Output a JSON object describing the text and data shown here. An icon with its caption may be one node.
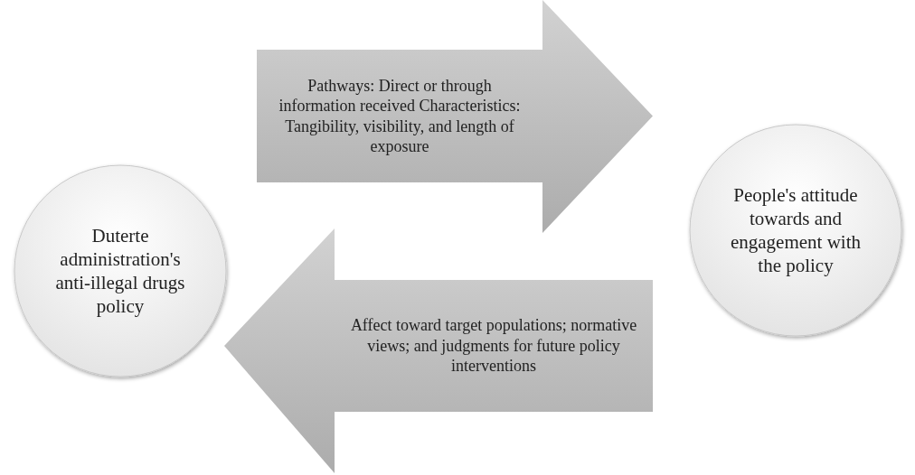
{
  "diagram": {
    "nodes": [
      {
        "text": [
          "Duterte administration's anti-illegal drugs policy"
        ]
      },
      {
        "text": [
          "People's attitude towards and engagement with the policy"
        ]
      }
    ],
    "edges": [
      {
        "from": 0,
        "to": 1,
        "arrow": "to",
        "label": "Pathways: Direct or through information received Characteristics: Tangibility, visibility, and length of exposure"
      },
      {
        "from": 1,
        "to": 0,
        "arrow": "to",
        "label": "Affect toward target populations; normative views; and judgments for future policy interventions"
      }
    ]
  }
}
